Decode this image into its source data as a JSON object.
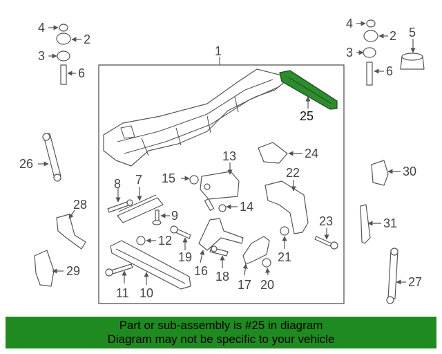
{
  "colors": {
    "highlight_part": "#2e8b2e",
    "banner_background": "#1f8a1f",
    "line": "#555555"
  },
  "callouts": {
    "p1": "1",
    "p2a": "2",
    "p2b": "2",
    "p3a": "3",
    "p3b": "3",
    "p4a": "4",
    "p4b": "4",
    "p5": "5",
    "p6a": "6",
    "p6b": "6",
    "p7": "7",
    "p8": "8",
    "p9": "9",
    "p10": "10",
    "p11": "11",
    "p12": "12",
    "p13": "13",
    "p14": "14",
    "p15": "15",
    "p16": "16",
    "p17": "17",
    "p18": "18",
    "p19": "19",
    "p20": "20",
    "p21": "21",
    "p22": "22",
    "p23": "23",
    "p24": "24",
    "p25": "25",
    "p26": "26",
    "p27": "27",
    "p28": "28",
    "p29": "29",
    "p30": "30",
    "p31": "31"
  },
  "banner": {
    "line1": "Part or sub-assembly is #25 in diagram",
    "line2": "Diagram may not be specific to your vehicle"
  }
}
